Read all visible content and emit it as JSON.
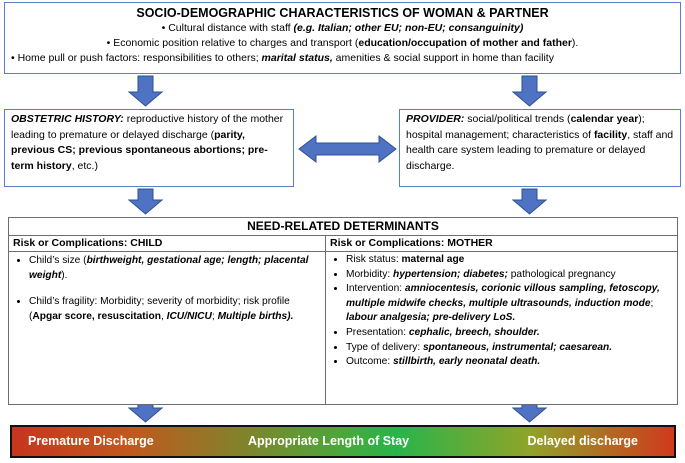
{
  "socio": {
    "title": "SOCIO-DEMOGRAPHIC CHARACTERISTICS OF WOMAN & PARTNER",
    "line1_pre": "• Cultural distance with staff ",
    "line1_em": "(e.g. Italian; other EU; non-EU; consanguinity)",
    "line2_pre": "• Economic position relative to charges and transport (",
    "line2_b": "education/occupation of mother and father",
    "line2_post": ").",
    "line3_pre": "• Home pull or push factors: responsibilities to others; ",
    "line3_em": "marital status,",
    "line3_post": " amenities & social support in home than facility"
  },
  "obstetric": {
    "label": "OBSTETRIC HISTORY:",
    "text1": " reproductive history of the mother leading to premature or delayed discharge (",
    "bold": "parity, previous CS; previous spontaneous abortions; pre-term history",
    "text2": ", etc.)"
  },
  "provider": {
    "label": "PROVIDER:",
    "text1": " social/political trends (",
    "bold1": "calendar year",
    "text2": "); hospital management; characteristics of ",
    "bold2": "facility",
    "text3": ", staff and health care system leading to premature or delayed discharge."
  },
  "need": {
    "title": "NEED-RELATED DETERMINANTS",
    "child": {
      "header": "Risk or Complications: CHILD",
      "size_pre": "Child’s size (",
      "size_em": "birthweight, gestational age; length; placental weight",
      "size_post": ").",
      "frag_pre": "Child’s fragility: Morbidity; severity of morbidity; risk profile (",
      "frag_b1": "Apgar score, resuscitation",
      "frag_mid": ", ",
      "frag_em": "ICU/NICU",
      "frag_sep": "; ",
      "frag_b2": "Multiple births)."
    },
    "mother": {
      "header": "Risk or Complications: MOTHER",
      "risk_pre": "Risk  status: ",
      "risk_b": "maternal age",
      "morb_pre": "Morbidity: ",
      "morb_em": "hypertension; diabetes;",
      "morb_post": " pathological pregnancy",
      "int_pre": "Intervention: ",
      "int_em": "amniocentesis, corionic villous sampling, fetoscopy, multiple midwife checks, multiple ultrasounds, induction mode",
      "int_mid": "; ",
      "int_em2": "labour analgesia",
      "int_em3": "; pre-delivery LoS.",
      "pres_pre": "Presentation: ",
      "pres_em": "cephalic, breech, shoulder.",
      "del_pre": "Type of delivery: ",
      "del_em": "spontaneous, instrumental; caesarean.",
      "out_pre": "Outcome: ",
      "out_em": "stillbirth, early neonatal death."
    }
  },
  "outcome_bar": {
    "left": "Premature Discharge",
    "center": "Appropriate Length of Stay",
    "right": "Delayed discharge"
  },
  "colors": {
    "box_border": "#5b7fc7",
    "arrow_fill": "#4f72c2",
    "arrow_stroke": "#2f4f96"
  }
}
